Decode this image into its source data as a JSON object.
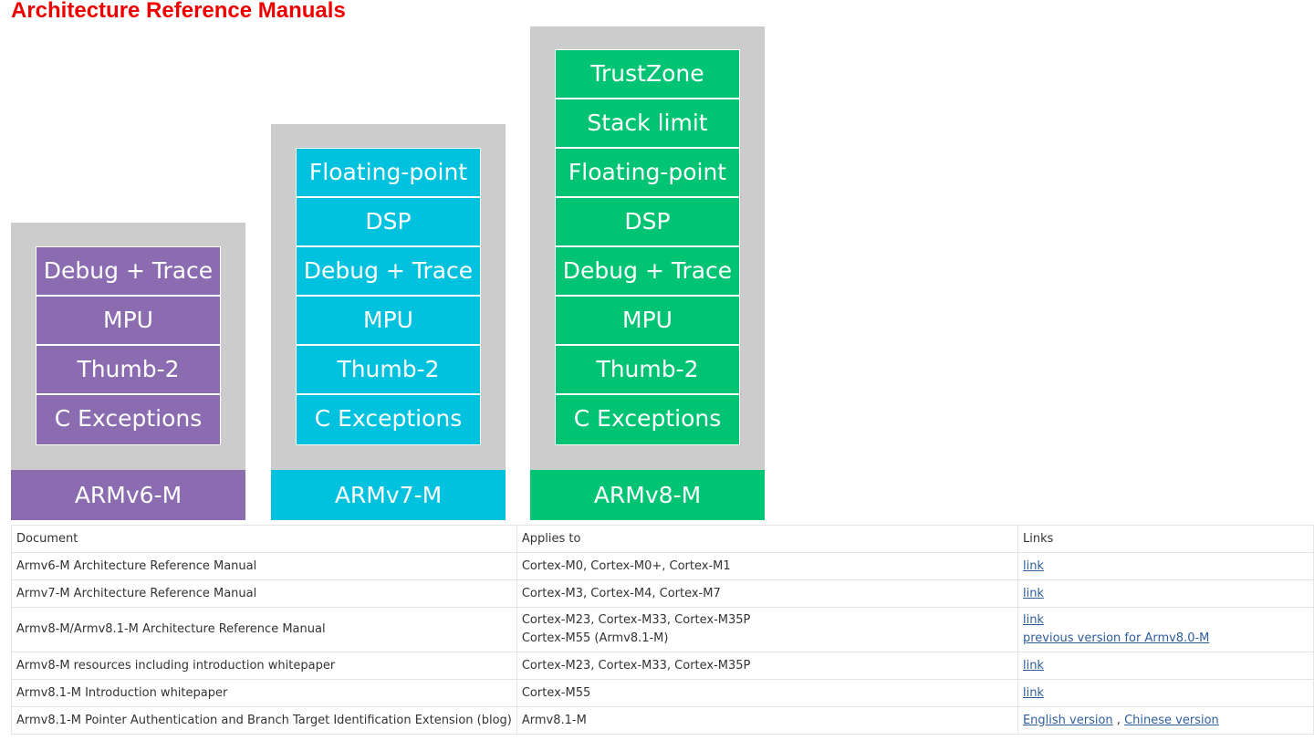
{
  "title": "Architecture Reference Manuals",
  "diagram": {
    "columns": [
      {
        "label": "ARMv6-M",
        "color": "#8c6cb0",
        "features": [
          "Debug + Trace",
          "MPU",
          "Thumb-2",
          "C Exceptions"
        ]
      },
      {
        "label": "ARMv7-M",
        "color": "#00c1de",
        "features": [
          "Floating-point",
          "DSP",
          "Debug + Trace",
          "MPU",
          "Thumb-2",
          "C Exceptions"
        ]
      },
      {
        "label": "ARMv8-M",
        "color": "#00c473",
        "features": [
          "TrustZone",
          "Stack limit",
          "Floating-point",
          "DSP",
          "Debug + Trace",
          "MPU",
          "Thumb-2",
          "C Exceptions"
        ]
      }
    ],
    "frame_color": "#cbcccb"
  },
  "table": {
    "headers": {
      "document": "Document",
      "applies_to": "Applies to",
      "links": "Links"
    },
    "rows": [
      {
        "document": "Armv6-M Architecture Reference Manual",
        "applies": [
          "Cortex-M0, Cortex-M0+, Cortex-M1"
        ],
        "links": [
          "link"
        ]
      },
      {
        "document": "Armv7-M Architecture Reference Manual",
        "applies": [
          "Cortex-M3, Cortex-M4, Cortex-M7"
        ],
        "links": [
          "link"
        ]
      },
      {
        "document": "Armv8-M/Armv8.1-M Architecture Reference Manual",
        "applies": [
          "Cortex-M23, Cortex-M33, Cortex-M35P",
          "Cortex-M55 (Armv8.1-M)"
        ],
        "links": [
          "link",
          "previous version for Armv8.0-M"
        ]
      },
      {
        "document": "Armv8-M resources including introduction whitepaper",
        "applies": [
          "Cortex-M23, Cortex-M33, Cortex-M35P"
        ],
        "links": [
          "link"
        ]
      },
      {
        "document": "Armv8.1-M Introduction whitepaper",
        "applies": [
          "Cortex-M55"
        ],
        "links": [
          "link"
        ]
      },
      {
        "document": "Armv8.1-M Pointer Authentication and Branch Target Identification Extension (blog)",
        "applies": [
          "Armv8.1-M"
        ],
        "links": [
          "English version",
          "Chinese version"
        ],
        "link_separator": ","
      }
    ]
  },
  "colors": {
    "title": "#ee0000",
    "link": "#2d5d9b",
    "text": "#333333",
    "border": "#e4e4e4"
  }
}
